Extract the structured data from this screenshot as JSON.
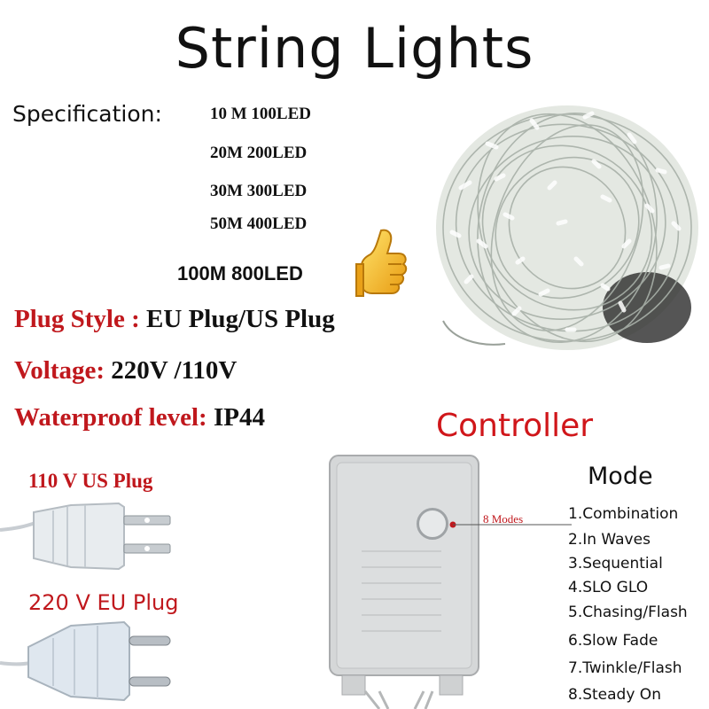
{
  "title": "String Lights",
  "specification": {
    "label": "Specification:",
    "items": [
      "10 M 100LED",
      "20M 200LED",
      "30M 300LED",
      "50M 400LED"
    ],
    "highlight": "100M 800LED"
  },
  "plug_style": {
    "label": "Plug Style :",
    "value": "EU Plug/US Plug"
  },
  "voltage": {
    "label": "Voltage:",
    "value": "220V /110V"
  },
  "waterproof": {
    "label": "Waterproof level:",
    "value": "IP44"
  },
  "us_plug_label": "110 V US Plug",
  "eu_plug_label": "220 V EU Plug",
  "controller": {
    "title": "Controller",
    "button_callout": "8 Modes",
    "mode_title": "Mode",
    "modes": [
      "1.Combination",
      "2.In Waves",
      "3.Sequential",
      "4.SLO GLO",
      "5.Chasing/Flash",
      "6.Slow Fade",
      "7.Twinkle/Flash",
      "8.Steady On"
    ]
  },
  "colors": {
    "accent_red": "#c0181d",
    "text": "#111111"
  },
  "icons": [
    "thumbs-up-icon",
    "led-coil-photo",
    "us-plug-photo",
    "eu-plug-photo",
    "controller-box-photo"
  ]
}
